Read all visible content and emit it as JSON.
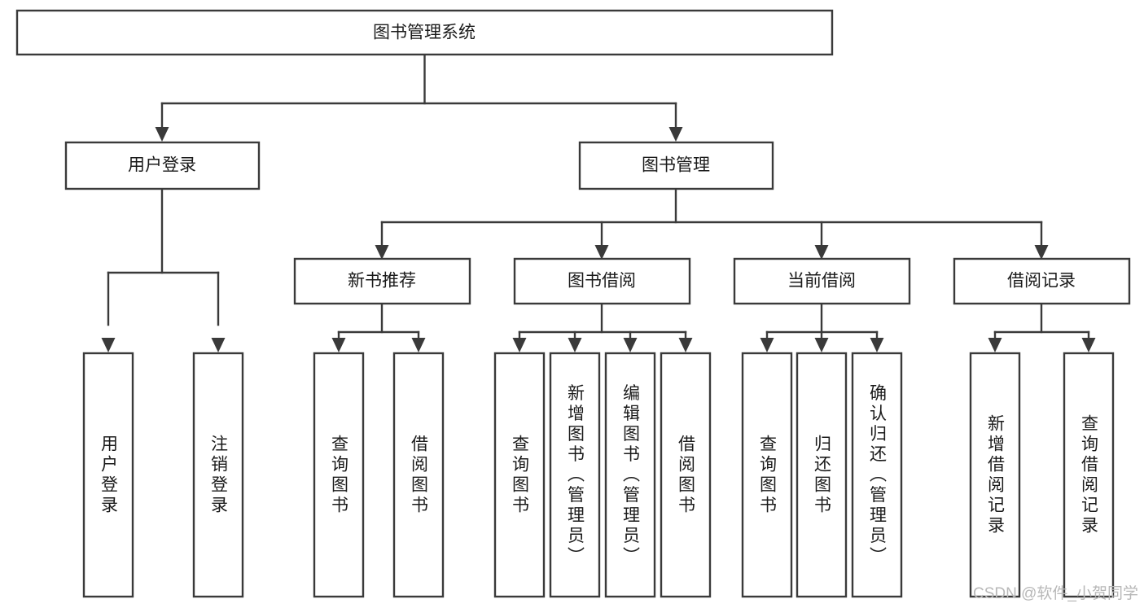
{
  "diagram": {
    "title": "图书管理系统",
    "type": "tree-hierarchy-diagram",
    "orientation": "top-down",
    "colors": {
      "stroke": "#3a3a3a",
      "fill": "#ffffff",
      "text": "#1a1a1a",
      "watermark": "#b8b8b8",
      "background": "#ffffff"
    },
    "root": {
      "label": "图书管理系统"
    },
    "level2": [
      {
        "label": "用户登录"
      },
      {
        "label": "图书管理"
      }
    ],
    "level3": [
      {
        "label": "新书推荐"
      },
      {
        "label": "图书借阅"
      },
      {
        "label": "当前借阅"
      },
      {
        "label": "借阅记录"
      }
    ],
    "leaves": {
      "user_login": [
        {
          "label": "用户登录"
        },
        {
          "label": "注销登录"
        }
      ],
      "new_book_recommend": [
        {
          "label": "查询图书"
        },
        {
          "label": "借阅图书"
        }
      ],
      "book_borrow": [
        {
          "label": "查询图书"
        },
        {
          "label": "新增图书（管理员）"
        },
        {
          "label": "编辑图书（管理员）"
        },
        {
          "label": "借阅图书"
        }
      ],
      "current_borrow": [
        {
          "label": "查询图书"
        },
        {
          "label": "归还图书"
        },
        {
          "label": "确认归还（管理员）"
        }
      ],
      "borrow_record": [
        {
          "label": "新增借阅记录"
        },
        {
          "label": "查询借阅记录"
        }
      ]
    }
  },
  "watermark": {
    "text": "CSDN @软件_小贺同学"
  }
}
